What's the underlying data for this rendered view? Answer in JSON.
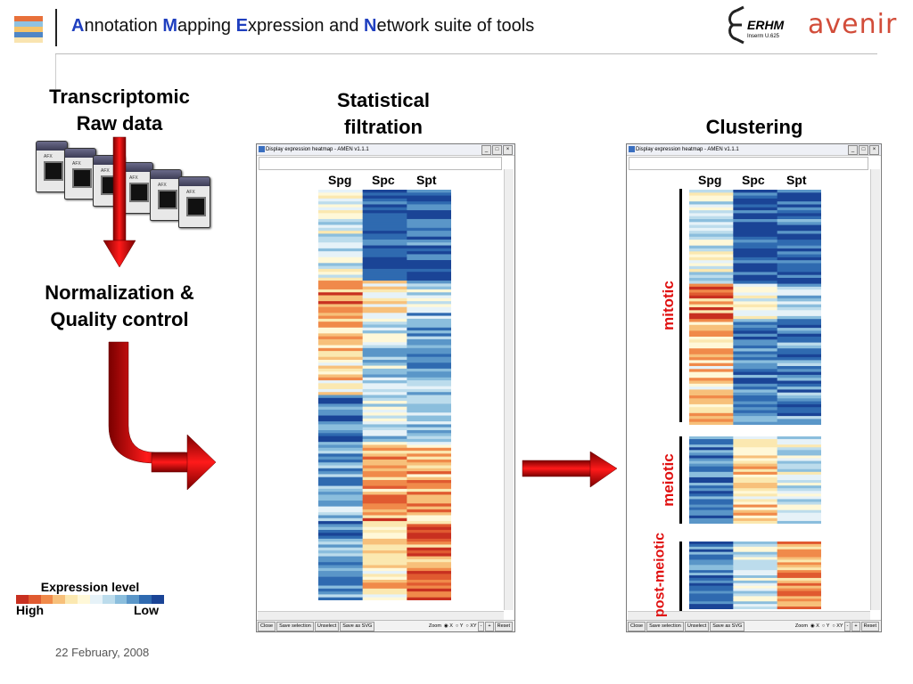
{
  "header": {
    "title_parts": [
      {
        "cap": "A",
        "rest": "nnotation "
      },
      {
        "cap": "M",
        "rest": "apping "
      },
      {
        "cap": "E",
        "rest": "xpression and "
      },
      {
        "cap": "N",
        "rest": "etwork suite of tools"
      }
    ],
    "logo_erhm": "ERHM",
    "logo_inserm": "Inserm U.625",
    "logo_avenir": "avenir"
  },
  "left": {
    "raw_line1": "Transcriptomic",
    "raw_line2": "Raw data",
    "chip_label": "AFX",
    "norm_line1": "Normalization &",
    "norm_line2": "Quality control"
  },
  "sections": {
    "filtration_line1": "Statistical",
    "filtration_line2": "filtration",
    "clustering": "Clustering"
  },
  "window": {
    "title": "Display expression heatmap - AMEN v1.1.1",
    "btn_min": "_",
    "btn_max": "□",
    "btn_close": "×",
    "bottom_buttons": [
      "Close",
      "Save selection",
      "Unselect",
      "Save as SVG"
    ],
    "zoom_label": "Zoom",
    "zoom_opts": [
      "X",
      "Y",
      "XY"
    ],
    "minus": "-",
    "plus": "+",
    "reset": "Reset"
  },
  "columns": [
    "Spg",
    "Spc",
    "Spt"
  ],
  "clusters": [
    "mitotic",
    "meiotic",
    "post-meiotic"
  ],
  "legend": {
    "title": "Expression level",
    "high": "High",
    "low": "Low",
    "colors": [
      "#c83020",
      "#e05a30",
      "#f08a4a",
      "#f7c07a",
      "#fbe8b0",
      "#fff8d8",
      "#e6f2f8",
      "#bcdcec",
      "#8bbedd",
      "#5a96c8",
      "#2f6ab0",
      "#1a4496"
    ]
  },
  "footer": {
    "date": "22 February, 2008"
  }
}
